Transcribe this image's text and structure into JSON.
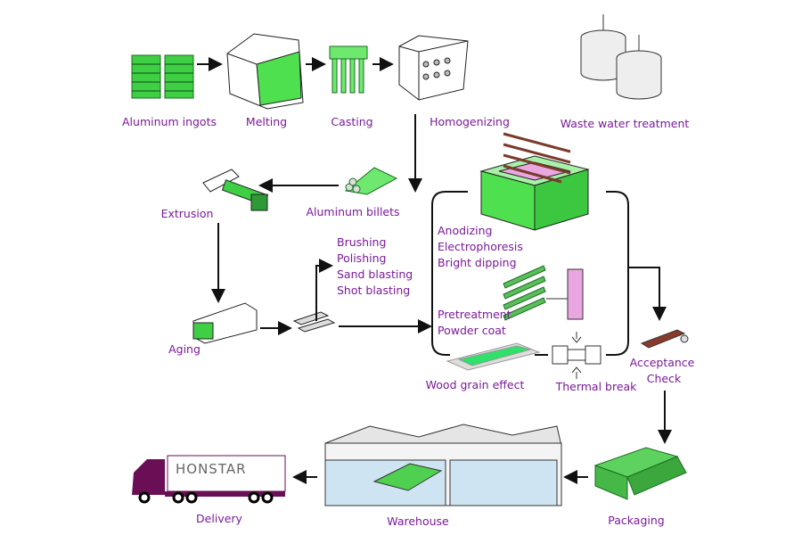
{
  "labels": {
    "ingots": "Aluminum ingots",
    "melting": "Melting",
    "casting": "Casting",
    "homogenizing": "Homogenizing",
    "waste_water": "Waste water treatment",
    "extrusion": "Extrusion",
    "billets": "Aluminum billets",
    "brushing": "Brushing",
    "polishing": "Polishing",
    "sand_blasting": "Sand blasting",
    "shot_blasting": "Shot blasting",
    "anodizing": "Anodizing",
    "electrophoresis": "Electrophoresis",
    "bright_dipping": "Bright dipping",
    "pretreatment": "Pretreatment",
    "powder_coat": "Powder coat",
    "aging": "Aging",
    "wood_grain": "Wood grain effect",
    "thermal_break": "Thermal break",
    "acceptance": "Acceptance",
    "check": "Check",
    "delivery": "Delivery",
    "warehouse": "Warehouse",
    "packaging": "Packaging"
  },
  "truck_brand": "HONSTAR",
  "colors": {
    "label": "#7a1a9a",
    "green": "#3fdc4a",
    "truck": "#6a0f55",
    "pink": "#e9a6e0"
  }
}
